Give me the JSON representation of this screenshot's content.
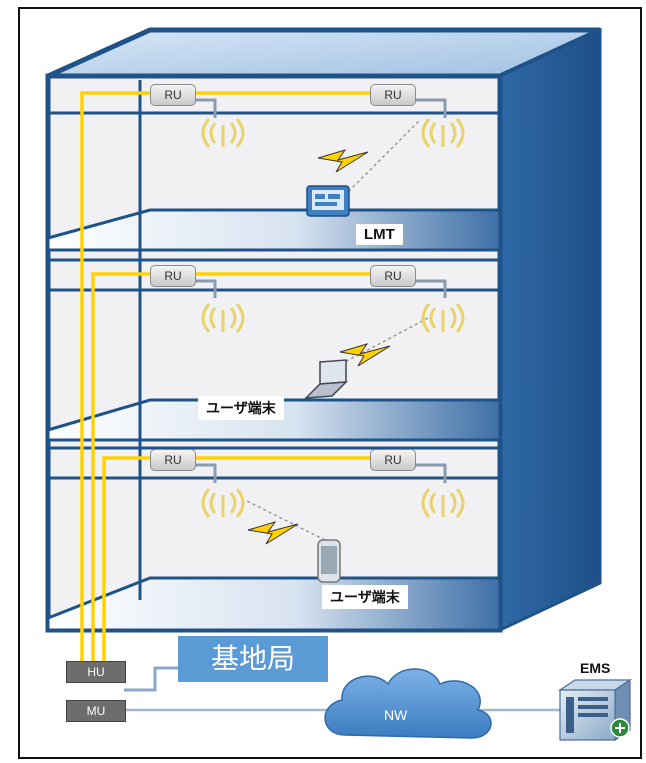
{
  "floors": [
    {
      "ru_left": "RU",
      "ru_right": "RU",
      "device_label": "LMT"
    },
    {
      "ru_left": "RU",
      "ru_right": "RU",
      "device_label": "ユーザ端末"
    },
    {
      "ru_left": "RU",
      "ru_right": "RU",
      "device_label": "ユーザ端末"
    }
  ],
  "units": {
    "hu": "HU",
    "mu": "MU"
  },
  "base_station": "基地局",
  "network": "NW",
  "ems": "EMS",
  "colors": {
    "building": "#2f5f99",
    "fiber": "#ffd200",
    "floor_fill": "#eeeef2",
    "base_station": "#5b9bd5",
    "cloud": "#4f8fd0"
  },
  "icons": {
    "antenna": "antenna-icon",
    "lightning": "lightning-icon",
    "laptop": "laptop-icon",
    "phone": "phone-icon",
    "lmt": "lmt-terminal-icon",
    "server": "server-icon",
    "cloud": "cloud-icon"
  }
}
